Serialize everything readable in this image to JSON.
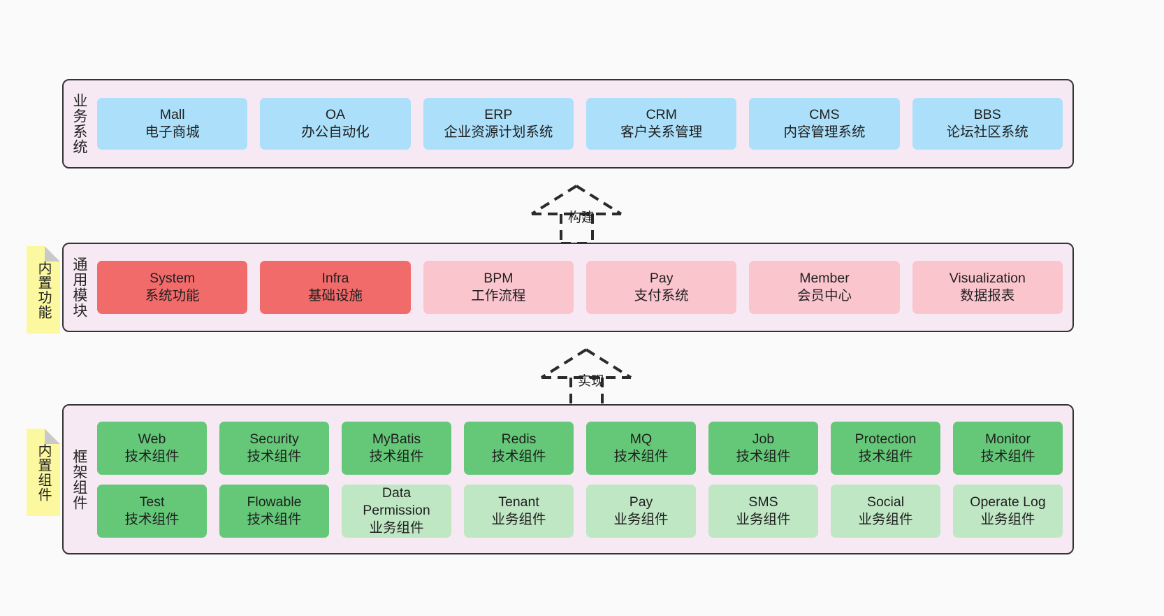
{
  "diagram": {
    "background": "#fafafa",
    "panel_fill": "#f7e9f3",
    "panel_stroke": "#333333",
    "note_fill": "#fbf8a0"
  },
  "layers": [
    {
      "id": "business-system",
      "label": "业务系统",
      "rows": [
        {
          "cells": [
            {
              "en": "Mall",
              "cn": "电子商城",
              "color": "#ace0fa"
            },
            {
              "en": "OA",
              "cn": "办公自动化",
              "color": "#ace0fa"
            },
            {
              "en": "ERP",
              "cn": "企业资源计划系统",
              "color": "#ace0fa"
            },
            {
              "en": "CRM",
              "cn": "客户关系管理",
              "color": "#ace0fa"
            },
            {
              "en": "CMS",
              "cn": "内容管理系统",
              "color": "#ace0fa"
            },
            {
              "en": "BBS",
              "cn": "论坛社区系统",
              "color": "#ace0fa"
            }
          ]
        }
      ]
    },
    {
      "id": "common-module",
      "label": "通用模块",
      "note": "内置功能",
      "rows": [
        {
          "cells": [
            {
              "en": "System",
              "cn": "系统功能",
              "color": "#f26b6b"
            },
            {
              "en": "Infra",
              "cn": "基础设施",
              "color": "#f26b6b"
            },
            {
              "en": "BPM",
              "cn": "工作流程",
              "color": "#fbc5ce"
            },
            {
              "en": "Pay",
              "cn": "支付系统",
              "color": "#fbc5ce"
            },
            {
              "en": "Member",
              "cn": "会员中心",
              "color": "#fbc5ce"
            },
            {
              "en": "Visualization",
              "cn": "数据报表",
              "color": "#fbc5ce"
            }
          ]
        }
      ]
    },
    {
      "id": "framework-component",
      "label": "框架组件",
      "note": "内置组件",
      "rows": [
        {
          "cells": [
            {
              "en": "Web",
              "cn": "技术组件",
              "color": "#64c878"
            },
            {
              "en": "Security",
              "cn": "技术组件",
              "color": "#64c878"
            },
            {
              "en": "MyBatis",
              "cn": "技术组件",
              "color": "#64c878"
            },
            {
              "en": "Redis",
              "cn": "技术组件",
              "color": "#64c878"
            },
            {
              "en": "MQ",
              "cn": "技术组件",
              "color": "#64c878"
            },
            {
              "en": "Job",
              "cn": "技术组件",
              "color": "#64c878"
            },
            {
              "en": "Protection",
              "cn": "技术组件",
              "color": "#64c878"
            },
            {
              "en": "Monitor",
              "cn": "技术组件",
              "color": "#64c878"
            }
          ]
        },
        {
          "cells": [
            {
              "en": "Test",
              "cn": "技术组件",
              "color": "#64c878"
            },
            {
              "en": "Flowable",
              "cn": "技术组件",
              "color": "#64c878"
            },
            {
              "en": "Data Permission",
              "cn": "业务组件",
              "color": "#bfe7c4"
            },
            {
              "en": "Tenant",
              "cn": "业务组件",
              "color": "#bfe7c4"
            },
            {
              "en": "Pay",
              "cn": "业务组件",
              "color": "#bfe7c4"
            },
            {
              "en": "SMS",
              "cn": "业务组件",
              "color": "#bfe7c4"
            },
            {
              "en": "Social",
              "cn": "业务组件",
              "color": "#bfe7c4"
            },
            {
              "en": "Operate Log",
              "cn": "业务组件",
              "color": "#bfe7c4"
            }
          ]
        }
      ]
    }
  ],
  "connectors": [
    {
      "id": "build",
      "label": "构建"
    },
    {
      "id": "implement",
      "label": "实现"
    }
  ]
}
